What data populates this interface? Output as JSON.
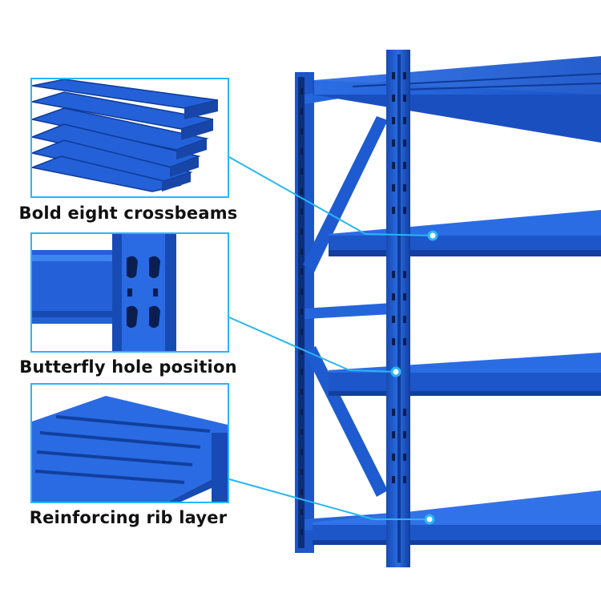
{
  "product": "blue steel storage shelving rack",
  "callouts": [
    {
      "caption": "Bold eight crossbeams",
      "detail_icon": "crossbeams-detail-icon"
    },
    {
      "caption": "Butterfly hole position",
      "detail_icon": "butterfly-hole-detail-icon"
    },
    {
      "caption": "Reinforcing rib layer",
      "detail_icon": "rib-layer-detail-icon"
    }
  ],
  "colors": {
    "rack_blue": "#1f5fd6",
    "rack_blue_dark": "#123f9e",
    "rack_blue_light": "#3d84f0",
    "callout_cyan": "#29b6f6",
    "background": "#ffffff"
  }
}
